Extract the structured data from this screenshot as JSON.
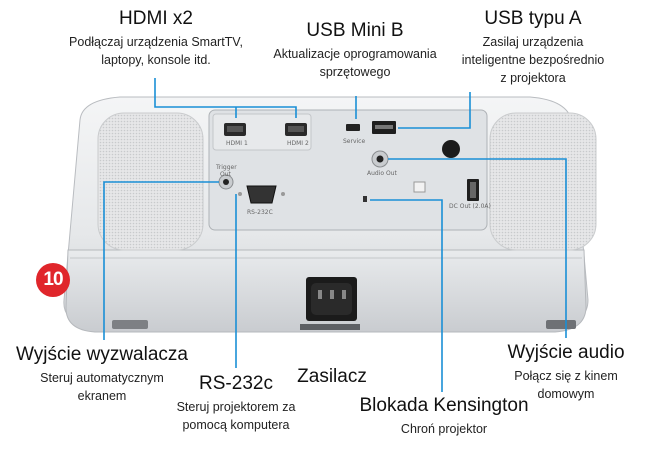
{
  "badge": {
    "number": "10"
  },
  "callouts": {
    "hdmi": {
      "title": "HDMI x2",
      "desc1": "Podłączaj urządzenia SmartTV,",
      "desc2": "laptopy, konsole itd."
    },
    "usb_mini": {
      "title": "USB Mini B",
      "desc1": "Aktualizacje oprogramowania",
      "desc2": "sprzętowego"
    },
    "usb_a": {
      "title": "USB typu A",
      "desc1": "Zasilaj urządzenia",
      "desc2": "inteligentne bezpośrednio",
      "desc3": "z projektora"
    },
    "trigger": {
      "title": "Wyjście wyzwalacza",
      "desc1": "Steruj automatycznym",
      "desc2": "ekranem"
    },
    "rs232": {
      "title": "RS-232c",
      "desc1": "Steruj projektorem za",
      "desc2": "pomocą komputera"
    },
    "power": {
      "title": "Zasilacz"
    },
    "kensington": {
      "title": "Blokada Kensington",
      "desc1": "Chroń projektor"
    },
    "audio": {
      "title": "Wyjście audio",
      "desc1": "Połącz się z kinem",
      "desc2": "domowym"
    }
  },
  "panel_labels": {
    "hdmi1": "HDMI 1",
    "hdmi2": "HDMI 2",
    "service": "Service",
    "audio_out": "Audio Out",
    "trigger_out_1": "Trigger",
    "trigger_out_2": "Out",
    "rs232c": "RS-232C",
    "dc_out": "DC Out (2.0A)"
  },
  "colors": {
    "callout_line": "#1a8fd6",
    "badge": "#e0262b"
  }
}
